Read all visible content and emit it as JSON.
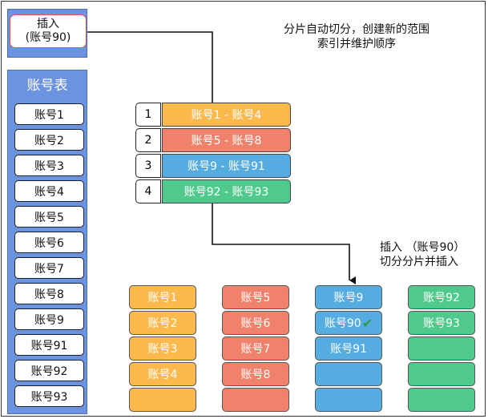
{
  "insert_box": {
    "line1": "插入",
    "line2": "(账号90)"
  },
  "account_table": {
    "title": "账号表",
    "items": [
      "账号1",
      "账号2",
      "账号3",
      "账号4",
      "账号5",
      "账号6",
      "账号7",
      "账号8",
      "账号9",
      "账号91",
      "账号92",
      "账号93"
    ]
  },
  "top_note": {
    "line1": "分片自动切分，创建新的范围",
    "line2": "索引并维护顺序"
  },
  "index_table": [
    {
      "id": "1",
      "range": "账号1 - 账号4"
    },
    {
      "id": "2",
      "range": "账号5 - 账号8"
    },
    {
      "id": "3",
      "range": "账号9 - 账号91"
    },
    {
      "id": "4",
      "range": "账号92 - 账号93"
    }
  ],
  "right_note": {
    "line1": "插入 （账号90）",
    "line2": "切分分片并插入"
  },
  "shards": [
    {
      "cells": [
        "账号1",
        "账号2",
        "账号3",
        "账号4",
        ""
      ]
    },
    {
      "cells": [
        "账号5",
        "账号6",
        "账号7",
        "账号8",
        ""
      ]
    },
    {
      "cells": [
        "账号9",
        "账号90",
        "账号91",
        "",
        ""
      ],
      "check_index": 1
    },
    {
      "cells": [
        "账号92",
        "账号93",
        "",
        "",
        ""
      ]
    }
  ],
  "colors": {
    "orange": "#fdb94e",
    "red": "#f0826b",
    "blue": "#55ace0",
    "green": "#4fc98c",
    "panel_blue": "#6b93df",
    "check_green": "#2e9e4a"
  },
  "icons": {
    "check": "check-icon"
  }
}
